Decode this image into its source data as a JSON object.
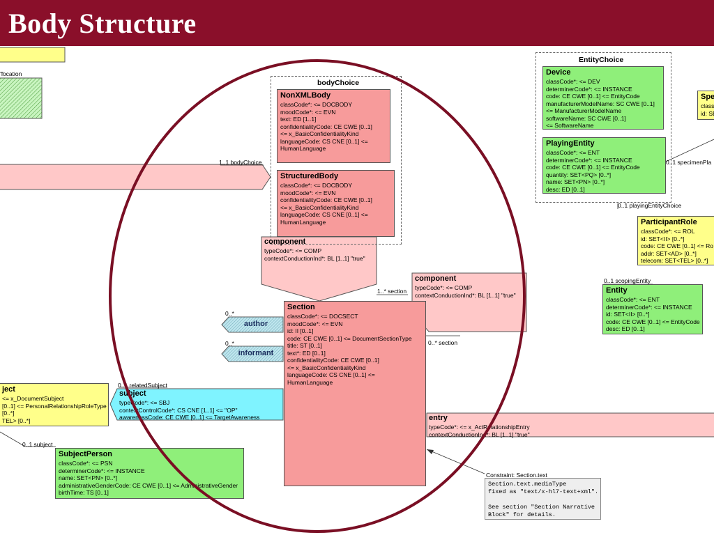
{
  "slide": {
    "title": "Body Structure"
  },
  "labels": {
    "location": "location",
    "body_choice_assoc": "1..1 bodyChoice",
    "section_assoc_top": "1..* section",
    "section_assoc_right": "0..* section",
    "related_subject_assoc": "0..1 relatedSubject",
    "subject_assoc": "0..1 subject",
    "specimen_assoc": "0..1 specimenPla",
    "playing_entity_choice_assoc": "0..1 playingEntityChoice",
    "scoping_entity_assoc": "0..1 scopingEntity",
    "author_mult": "0..*",
    "informant_mult": "0..*"
  },
  "groups": {
    "body_choice": "bodyChoice",
    "entity_choice": "EntityChoice"
  },
  "non_xml_body": {
    "name": "NonXMLBody",
    "lines": [
      "classCode*: <= DOCBODY",
      "moodCode*: <= EVN",
      "text: ED [1..1]",
      "confidentialityCode: CE CWE [0..1]",
      " <= x_BasicConfidentialityKind",
      "languageCode: CS CNE [0..1] <=",
      "HumanLanguage"
    ]
  },
  "structured_body": {
    "name": "StructuredBody",
    "lines": [
      "classCode*: <= DOCBODY",
      "moodCode*: <= EVN",
      "confidentialityCode: CE CWE [0..1]",
      " <= x_BasicConfidentialityKind",
      "languageCode: CS CNE [0..1] <=",
      "HumanLanguage"
    ]
  },
  "component_body": {
    "name": "component",
    "lines": [
      "typeCode*: <= COMP",
      "contextConductionInd*: BL [1..1] \"true\""
    ]
  },
  "component_section": {
    "name": "component",
    "lines": [
      "typeCode*: <= COMP",
      "contextConductionInd*: BL [1..1] \"true\""
    ]
  },
  "section": {
    "name": "Section",
    "lines": [
      "classCode*: <= DOCSECT",
      "moodCode*: <= EVN",
      "id: II [0..1]",
      "code: CE CWE [0..1] <= DocumentSectionType",
      "title: ST [0..1]",
      "text*: ED [0..1]",
      "confidentialityCode: CE CWE [0..1]",
      " <= x_BasicConfidentialityKind",
      "languageCode: CS CNE [0..1] <=",
      "HumanLanguage"
    ]
  },
  "author": {
    "name": "author"
  },
  "informant": {
    "name": "informant"
  },
  "subject_rel": {
    "name": "subject",
    "lines": [
      "typeCode*: <= SBJ",
      "contextControlCode*: CS CNE [1..1] <= \"OP\"",
      "awarenessCode: CE CWE [0..1] <= TargetAwareness"
    ]
  },
  "related_subject": {
    "name": "ject",
    "lines": [
      "<= x_DocumentSubject",
      "[0..1] <= PersonalRelationshipRoleType",
      "[0..*]",
      "TEL> [0..*]"
    ]
  },
  "subject_person": {
    "name": "SubjectPerson",
    "lines": [
      "classCode*: <= PSN",
      "determinerCode*: <= INSTANCE",
      "name: SET<PN> [0..*]",
      "administrativeGenderCode: CE CWE [0..1] <= AdministrativeGender",
      "birthTime: TS [0..1]"
    ]
  },
  "entry": {
    "name": "entry",
    "lines": [
      "typeCode*: <= x_ActRelationshipEntry",
      "contextConductionInd*: BL [1..1] \"true\""
    ]
  },
  "device": {
    "name": "Device",
    "lines": [
      "classCode*: <= DEV",
      "determinerCode*: <= INSTANCE",
      "code: CE CWE [0..1] <= EntityCode",
      "manufacturerModelName: SC CWE [0..1]",
      " <= ManufacturerModelName",
      "softwareName: SC CWE [0..1]",
      " <= SoftwareName"
    ]
  },
  "playing_entity": {
    "name": "PlayingEntity",
    "lines": [
      "classCode*: <= ENT",
      "determinerCode*: <= INSTANCE",
      "code: CE CWE [0..1] <= EntityCode",
      "quantity: SET<PQ> [0..*]",
      "name: SET<PN> [0..*]",
      "desc: ED [0..1]"
    ]
  },
  "participant_role": {
    "name": "ParticipantRole",
    "lines": [
      "classCode*: <= ROL",
      "id: SET<II> [0..*]",
      "code: CE CWE [0..1] <= Ro",
      "addr: SET<AD> [0..*]",
      "telecom: SET<TEL> [0..*]"
    ]
  },
  "entity": {
    "name": "Entity",
    "lines": [
      "classCode*: <= ENT",
      "determinerCode*: <= INSTANCE",
      "id: SET<II> [0..*]",
      "code: CE CWE [0..1] <= EntityCode",
      "desc: ED [0..1]"
    ]
  },
  "specimen": {
    "name": "Spe",
    "lines": [
      "class",
      "id: SE"
    ]
  },
  "constraint": {
    "caption": "Constraint: Section.text",
    "body": "Section.text.mediaType\nfixed as \"text/x-hl7-text+xml\".\n\nSee section \"Section Narrative\nBlock\" for details."
  },
  "colors": {
    "title_bar": "#8a0f2a",
    "circle": "#7a0f24",
    "act": "#f79b9b",
    "act_relationship": "#ffc8c8",
    "entity": "#8fef7a",
    "role": "#ffff8a",
    "participation": "#7ff3ff"
  }
}
